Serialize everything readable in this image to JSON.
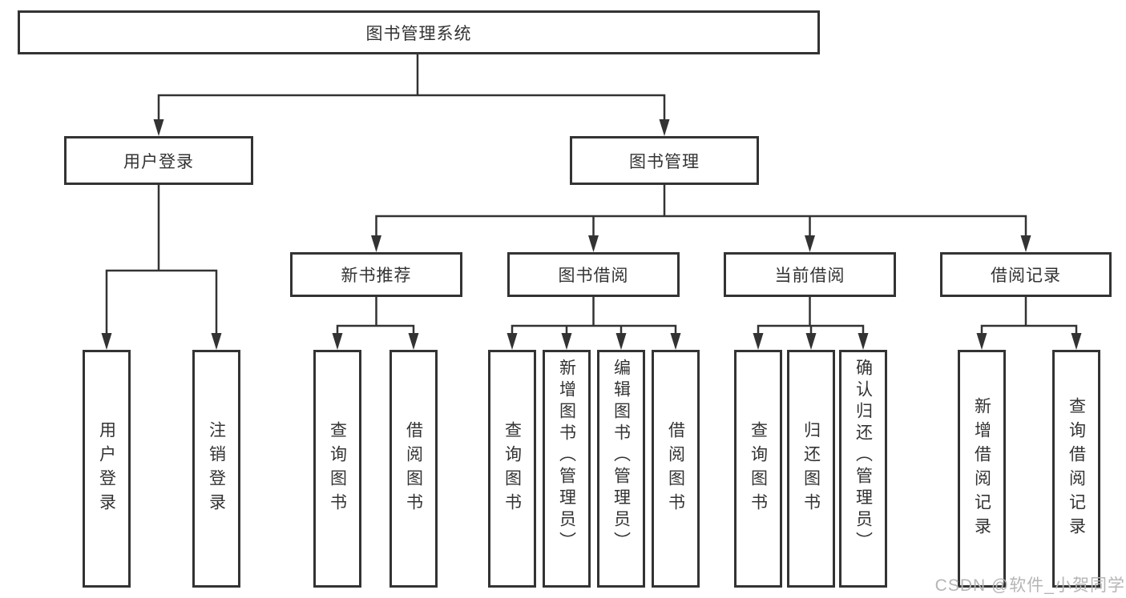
{
  "colors": {
    "line": "#333333",
    "box_border": "#333333",
    "text": "#333333",
    "background": "#ffffff",
    "watermark": "#b5b5b5"
  },
  "watermark": {
    "text": "CSDN @软件_小贺同学"
  },
  "tree": {
    "label": "图书管理系统",
    "children": [
      {
        "label": "用户登录",
        "children": [
          {
            "label": "用户登录"
          },
          {
            "label": "注销登录"
          }
        ]
      },
      {
        "label": "图书管理",
        "children": [
          {
            "label": "新书推荐",
            "children": [
              {
                "label": "查询图书"
              },
              {
                "label": "借阅图书"
              }
            ]
          },
          {
            "label": "图书借阅",
            "children": [
              {
                "label": "查询图书"
              },
              {
                "label": "新增图书（管理员）"
              },
              {
                "label": "编辑图书（管理员）"
              },
              {
                "label": "借阅图书"
              }
            ]
          },
          {
            "label": "当前借阅",
            "children": [
              {
                "label": "查询图书"
              },
              {
                "label": "归还图书"
              },
              {
                "label": "确认归还（管理员）"
              }
            ]
          },
          {
            "label": "借阅记录",
            "children": [
              {
                "label": "新增借阅记录"
              },
              {
                "label": "查询借阅记录"
              }
            ]
          }
        ]
      }
    ]
  }
}
